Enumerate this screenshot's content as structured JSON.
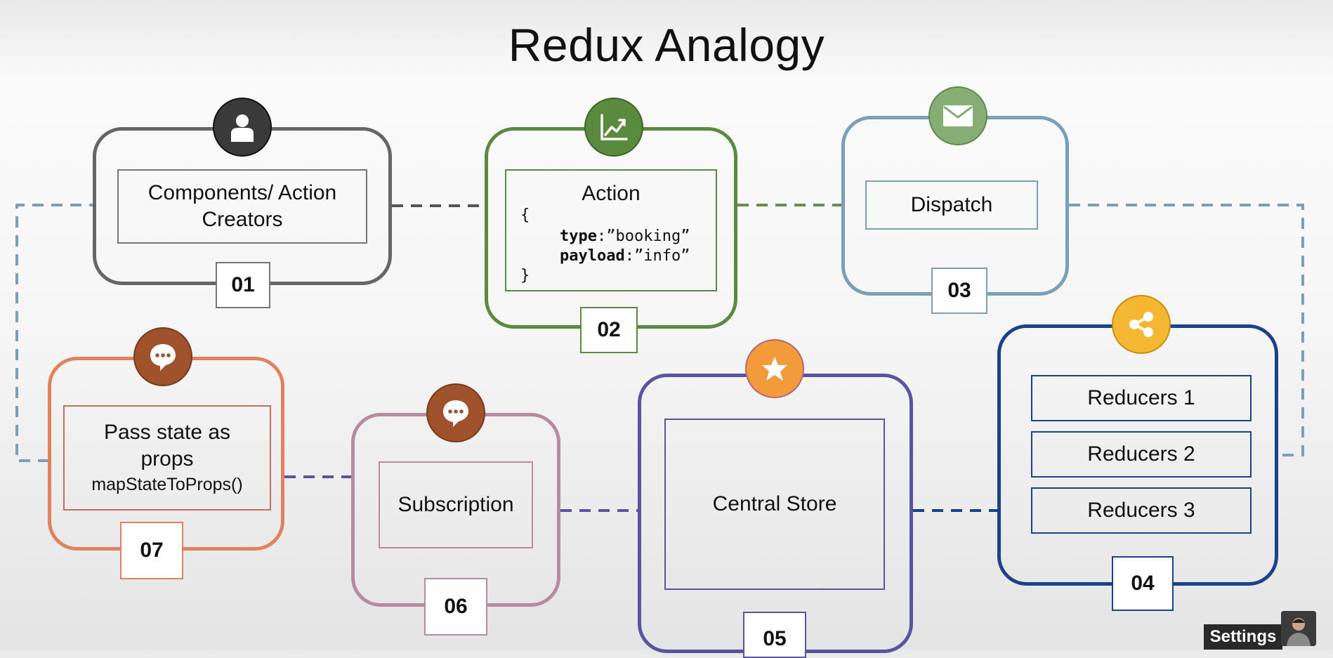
{
  "title": "Redux Analogy",
  "colors": {
    "components": "#666666",
    "action": "#5a8a3e",
    "dispatch": "#79a0b8",
    "reducers": "#1a428a",
    "store": "#5a54a0",
    "subscription": "#b88aa0",
    "props": "#e0825e",
    "badge_dark": "#3a3a3a",
    "badge_green": "#5a8a3e",
    "badge_sage": "#86ae74",
    "badge_yellow": "#f5b731",
    "badge_orange": "#f39a3a",
    "badge_brown": "#a0522d"
  },
  "steps": {
    "components": {
      "label": "Components/ Action Creators",
      "number": "01",
      "icon": "user-icon"
    },
    "action": {
      "label": "Action",
      "open_brace": "{",
      "close_brace": "}",
      "line1_key": "type",
      "line1_value": ":”booking”",
      "line2_key": "payload",
      "line2_value": ":”info”",
      "number": "02",
      "icon": "chart-line-icon"
    },
    "dispatch": {
      "label": "Dispatch",
      "number": "03",
      "icon": "envelope-icon"
    },
    "reducers": {
      "items": [
        "Reducers 1",
        "Reducers 2",
        "Reducers 3"
      ],
      "number": "04",
      "icon": "share-icon"
    },
    "store": {
      "label": "Central Store",
      "number": "05",
      "icon": "star-icon"
    },
    "subscription": {
      "label": "Subscription",
      "number": "06",
      "icon": "chat-bubble-icon"
    },
    "props": {
      "label_line1": "Pass state as props",
      "label_line2": "mapStateToProps()",
      "number": "07",
      "icon": "chat-bubble-icon"
    }
  },
  "player": {
    "settings_label": "Settings",
    "avatar_icon": "presenter-avatar-icon"
  }
}
